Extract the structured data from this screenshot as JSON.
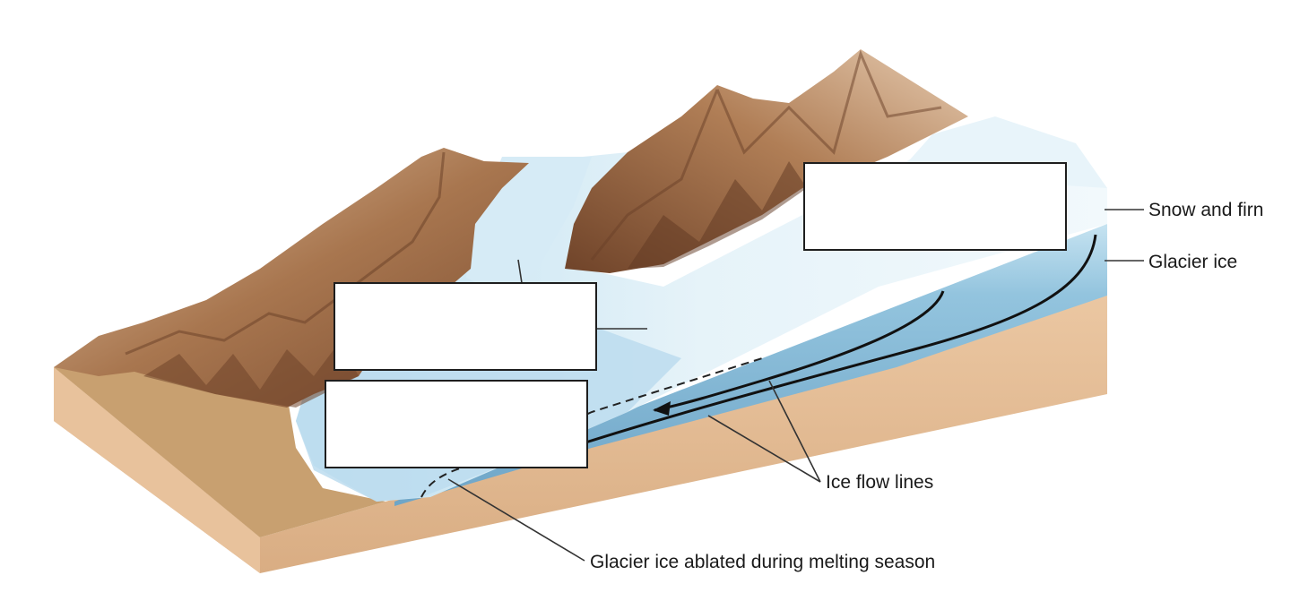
{
  "labels": {
    "snow_and_firn": "Snow and firn",
    "glacier_ice": "Glacier ice",
    "ice_flow_lines": "Ice flow lines",
    "glacier_ice_ablated": "Glacier ice ablated during melting season"
  },
  "blank_boxes": [
    "",
    "",
    ""
  ],
  "colors": {
    "ground": "#e3b88e",
    "ground_dark": "#c99a6d",
    "ice_surface": "#e4f1f8",
    "ice_blue": "#a9d2e8",
    "glacier_ice_layer": "#7fb3d2",
    "mountain": "#9b6a48",
    "mountain_light": "#d9b898",
    "outwash": "#c49a6a"
  }
}
